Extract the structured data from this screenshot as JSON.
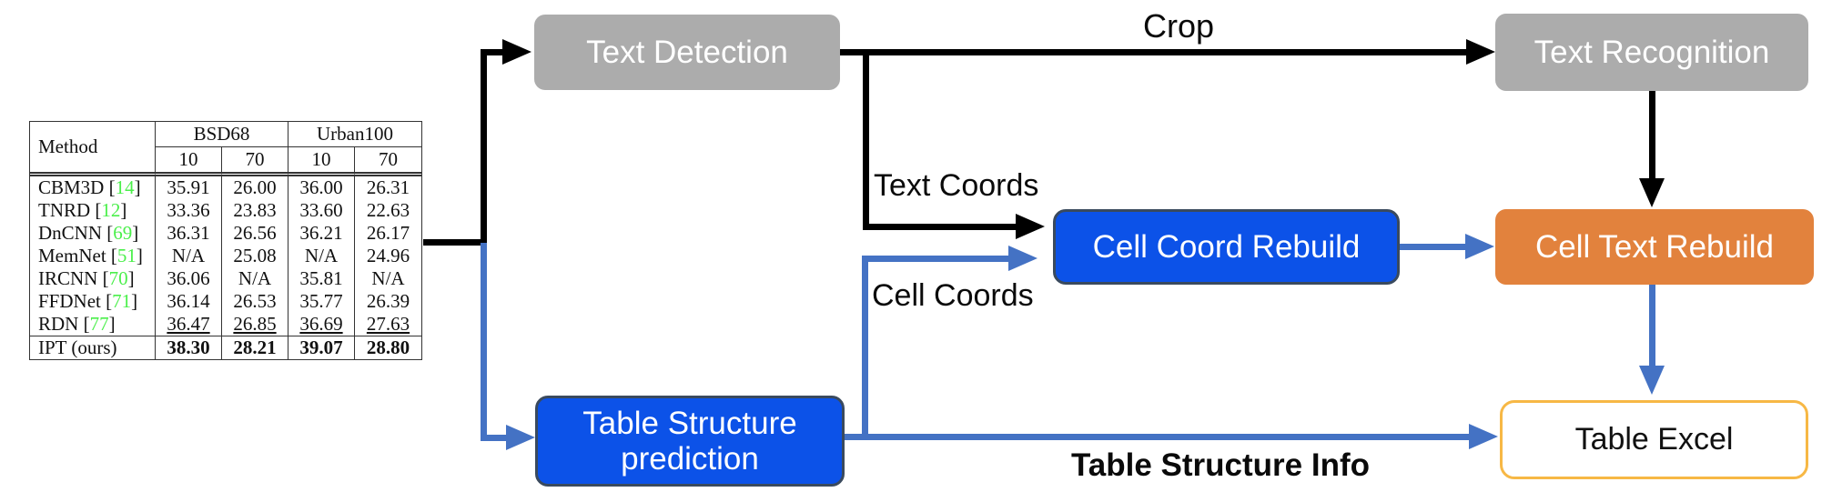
{
  "colors": {
    "node_gray": "#ACACAC",
    "node_blue": "#0C52E8",
    "node_blue_border": "#3A4A5E",
    "node_orange": "#E2823D",
    "excel_border": "#F7B845",
    "arrow_blue": "#4472C4",
    "arrow_black": "#000000",
    "citation_green": "#4BEF4B"
  },
  "diagram": {
    "nodes": {
      "text_detection": {
        "label": "Text Detection"
      },
      "text_recognition": {
        "label": "Text Recognition"
      },
      "cell_coord_rebuild": {
        "label": "Cell Coord Rebuild"
      },
      "cell_text_rebuild": {
        "label": "Cell Text Rebuild"
      },
      "table_structure_prediction": {
        "label_line1": "Table Structure",
        "label_line2": "prediction"
      },
      "table_excel": {
        "label": "Table Excel"
      }
    },
    "edge_labels": {
      "crop": "Crop",
      "text_coords": "Text Coords",
      "cell_coords": "Cell Coords",
      "table_structure_info": "Table Structure Info"
    }
  },
  "chart_data": {
    "type": "table",
    "title": "",
    "header": {
      "method": "Method",
      "group1": "BSD68",
      "group2": "Urban100",
      "subcols": [
        "10",
        "70",
        "10",
        "70"
      ]
    },
    "rows": [
      {
        "method_prefix": "CBM3D [",
        "cite": "14",
        "method_suffix": "]",
        "values": [
          "35.91",
          "26.00",
          "36.00",
          "26.31"
        ],
        "row_class": ""
      },
      {
        "method_prefix": "TNRD [",
        "cite": "12",
        "method_suffix": "]",
        "values": [
          "33.36",
          "23.83",
          "33.60",
          "22.63"
        ],
        "row_class": ""
      },
      {
        "method_prefix": "DnCNN [",
        "cite": "69",
        "method_suffix": "]",
        "values": [
          "36.31",
          "26.56",
          "36.21",
          "26.17"
        ],
        "row_class": ""
      },
      {
        "method_prefix": "MemNet [",
        "cite": "51",
        "method_suffix": "]",
        "values": [
          "N/A",
          "25.08",
          "N/A",
          "24.96"
        ],
        "row_class": ""
      },
      {
        "method_prefix": "IRCNN [",
        "cite": "70",
        "method_suffix": "]",
        "values": [
          "36.06",
          "N/A",
          "35.81",
          "N/A"
        ],
        "row_class": ""
      },
      {
        "method_prefix": "FFDNet [",
        "cite": "71",
        "method_suffix": "]",
        "values": [
          "36.14",
          "26.53",
          "35.77",
          "26.39"
        ],
        "row_class": ""
      },
      {
        "method_prefix": "RDN [",
        "cite": "77",
        "method_suffix": "]",
        "values": [
          "36.47",
          "26.85",
          "36.69",
          "27.63"
        ],
        "row_class": "underline-row"
      },
      {
        "method_prefix": "IPT (ours)",
        "cite": "",
        "method_suffix": "",
        "values": [
          "38.30",
          "28.21",
          "39.07",
          "28.80"
        ],
        "row_class": "bold-row sep-top"
      }
    ]
  }
}
